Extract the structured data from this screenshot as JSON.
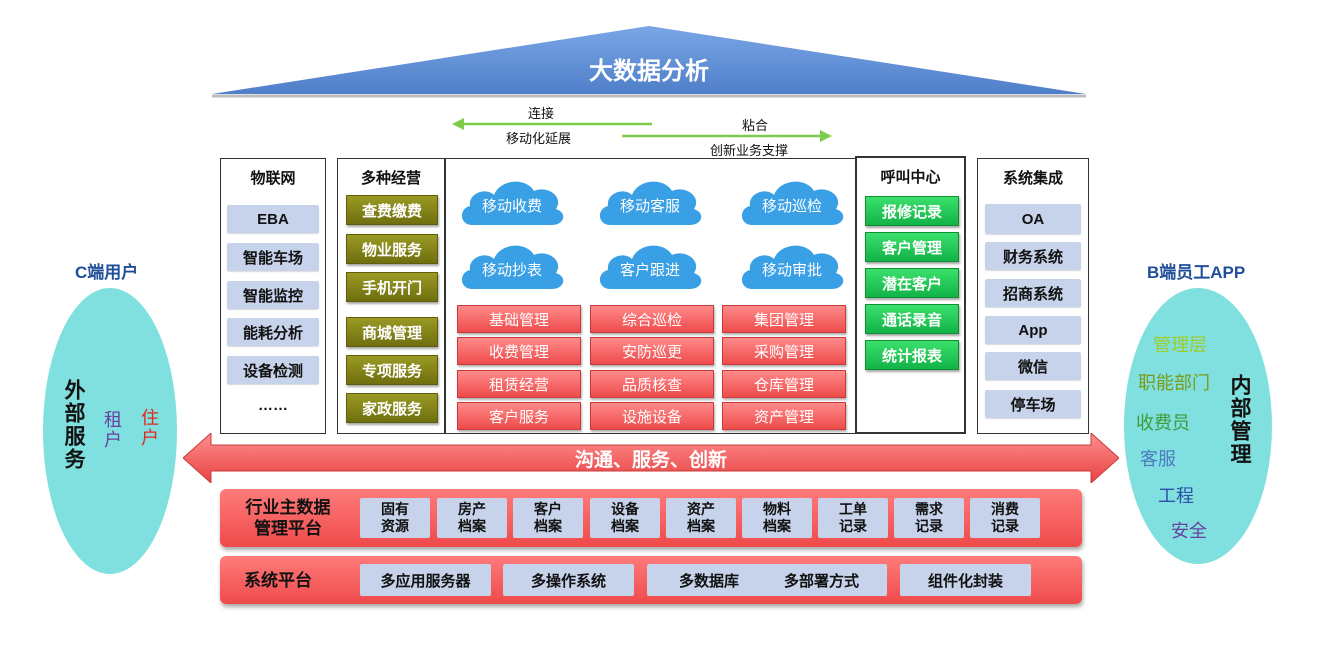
{
  "roof": {
    "title": "大数据分析"
  },
  "arrows": {
    "left_top": "连接",
    "left_bottom": "移动化延展",
    "right_top": "粘合",
    "right_bottom": "创新业务支撑"
  },
  "iot": {
    "title": "物联网",
    "items": [
      "EBA",
      "智能车场",
      "智能监控",
      "能耗分析",
      "设备检测",
      "……"
    ]
  },
  "multi": {
    "title": "多种经营",
    "items": [
      "查费缴费",
      "物业服务",
      "手机开门",
      "商城管理",
      "专项服务",
      "家政服务"
    ]
  },
  "clouds": [
    "移动收费",
    "移动客服",
    "移动巡检",
    "移动抄表",
    "客户跟进",
    "移动审批"
  ],
  "red_grid": [
    [
      "基础管理",
      "综合巡检",
      "集团管理"
    ],
    [
      "收费管理",
      "安防巡更",
      "采购管理"
    ],
    [
      "租赁经营",
      "品质核查",
      "仓库管理"
    ],
    [
      "客户服务",
      "设施设备",
      "资产管理"
    ]
  ],
  "call_center": {
    "title": "呼叫中心",
    "items": [
      "报修记录",
      "客户管理",
      "潜在客户",
      "通话录音",
      "统计报表"
    ]
  },
  "integration": {
    "title": "系统集成",
    "items": [
      "OA",
      "财务系统",
      "招商系统",
      "App",
      "微信",
      "停车场"
    ]
  },
  "banner": {
    "text": "沟通、服务、创新"
  },
  "master_data": {
    "label_line1": "行业主数据",
    "label_line2": "管理平台",
    "cells": [
      [
        "固有",
        "资源"
      ],
      [
        "房产",
        "档案"
      ],
      [
        "客户",
        "档案"
      ],
      [
        "设备",
        "档案"
      ],
      [
        "资产",
        "档案"
      ],
      [
        "物料",
        "档案"
      ],
      [
        "工单",
        "记录"
      ],
      [
        "需求",
        "记录"
      ],
      [
        "消费",
        "记录"
      ]
    ]
  },
  "system_platform": {
    "label": "系统平台",
    "cells": [
      "多应用服务器",
      "多操作系统",
      "多数据库",
      "多部署方式",
      "组件化封装"
    ]
  },
  "left_side": {
    "title": "C端用户",
    "main": "外部服务",
    "sub1": "租户",
    "sub2": "住户"
  },
  "right_side": {
    "title": "B端员工APP",
    "roles": [
      "管理层",
      "职能部门",
      "收费员",
      "客服",
      "工程",
      "安全"
    ],
    "main": "内部管理"
  },
  "colors": {
    "roof": "#5d8fd6",
    "cloud": "#3aa0e6",
    "red": "#ef4a4a",
    "olive": "#7d7d18",
    "green": "#19c24f",
    "ellipse": "#7fe0df"
  }
}
